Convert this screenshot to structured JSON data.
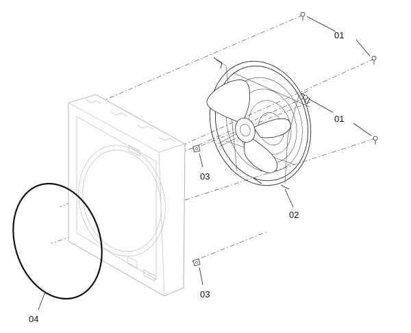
{
  "callouts": {
    "screw_top": "01",
    "screw_mid": "01",
    "fan": "02",
    "nut_top": "03",
    "nut_bottom": "03",
    "gasket": "04"
  }
}
